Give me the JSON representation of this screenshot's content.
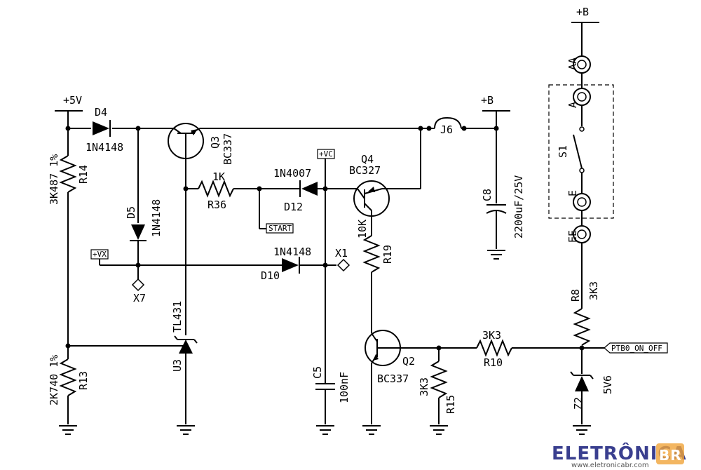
{
  "rails": {
    "plus5v": "+5V",
    "plusB_top": "+B",
    "plusB_mid": "+B"
  },
  "components": {
    "D4": {
      "ref": "D4",
      "value": "1N4148"
    },
    "D5": {
      "ref": "D5",
      "value": "1N4148"
    },
    "D10": {
      "ref": "D10",
      "value": "1N4148"
    },
    "D12": {
      "ref": "D12",
      "value": "1N4007"
    },
    "Q3": {
      "ref": "Q3",
      "value": "BC337"
    },
    "Q4": {
      "ref": "Q4",
      "value": "BC327"
    },
    "Q2": {
      "ref": "Q2",
      "value": "BC337"
    },
    "R14": {
      "ref": "R14",
      "value": "3K487 1%"
    },
    "R13": {
      "ref": "R13",
      "value": "2K740 1%"
    },
    "R36": {
      "ref": "R36",
      "value": "1K"
    },
    "R19": {
      "ref": "R19",
      "value": "10K"
    },
    "R10": {
      "ref": "R10",
      "value": "3K3"
    },
    "R15": {
      "ref": "R15",
      "value": "3K3"
    },
    "R8": {
      "ref": "R8",
      "value": "3K3"
    },
    "U3": {
      "ref": "U3",
      "value": "TL431"
    },
    "C5": {
      "ref": "C5",
      "value": "100nF"
    },
    "C8": {
      "ref": "C8",
      "value": "2200uF/25V"
    },
    "Z2": {
      "ref": "Z2",
      "value": "5V6"
    },
    "J6": {
      "ref": "J6"
    },
    "S1": {
      "ref": "S1"
    },
    "X7": {
      "ref": "X7"
    },
    "X1": {
      "ref": "X1"
    }
  },
  "terminals": {
    "AA": "AA",
    "A": "A",
    "E": "E",
    "EE": "EE"
  },
  "net_labels": {
    "start": "START",
    "vx": "+VX",
    "vc": "+VC",
    "ptb0": "PTB0_ON_OFF"
  },
  "watermark": {
    "brand": "ELETRÔNICA",
    "badge": "BR",
    "url": "www.eletronicabr.com"
  }
}
